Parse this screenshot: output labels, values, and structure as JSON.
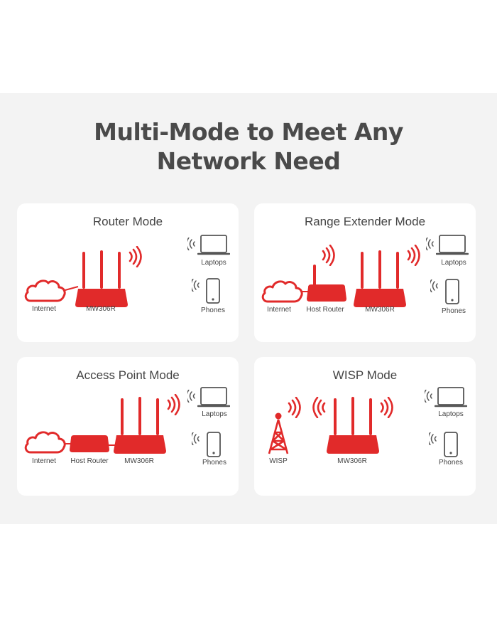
{
  "title": {
    "line1": "Multi-Mode to Meet Any",
    "line2": "Network Need"
  },
  "colors": {
    "accent": "#e12a2a",
    "device_gray": "#555555",
    "panel_bg": "#f3f3f3"
  },
  "cards": {
    "router": {
      "title": "Router Mode",
      "labels": {
        "internet": "Internet",
        "device": "MW306R",
        "laptops": "Laptops",
        "phones": "Phones"
      }
    },
    "extender": {
      "title": "Range Extender Mode",
      "labels": {
        "internet": "Internet",
        "host": "Host Router",
        "device": "MW306R",
        "laptops": "Laptops",
        "phones": "Phones"
      }
    },
    "ap": {
      "title": "Access Point Mode",
      "labels": {
        "internet": "Internet",
        "host": "Host Router",
        "device": "MW306R",
        "laptops": "Laptops",
        "phones": "Phones"
      }
    },
    "wisp": {
      "title": "WISP Mode",
      "labels": {
        "wisp": "WISP",
        "device": "MW306R",
        "laptops": "Laptops",
        "phones": "Phones"
      }
    }
  },
  "icons": [
    "cloud-icon",
    "router-icon",
    "host-router-icon",
    "wifi-waves-icon",
    "laptop-icon",
    "phone-icon",
    "tower-icon"
  ]
}
